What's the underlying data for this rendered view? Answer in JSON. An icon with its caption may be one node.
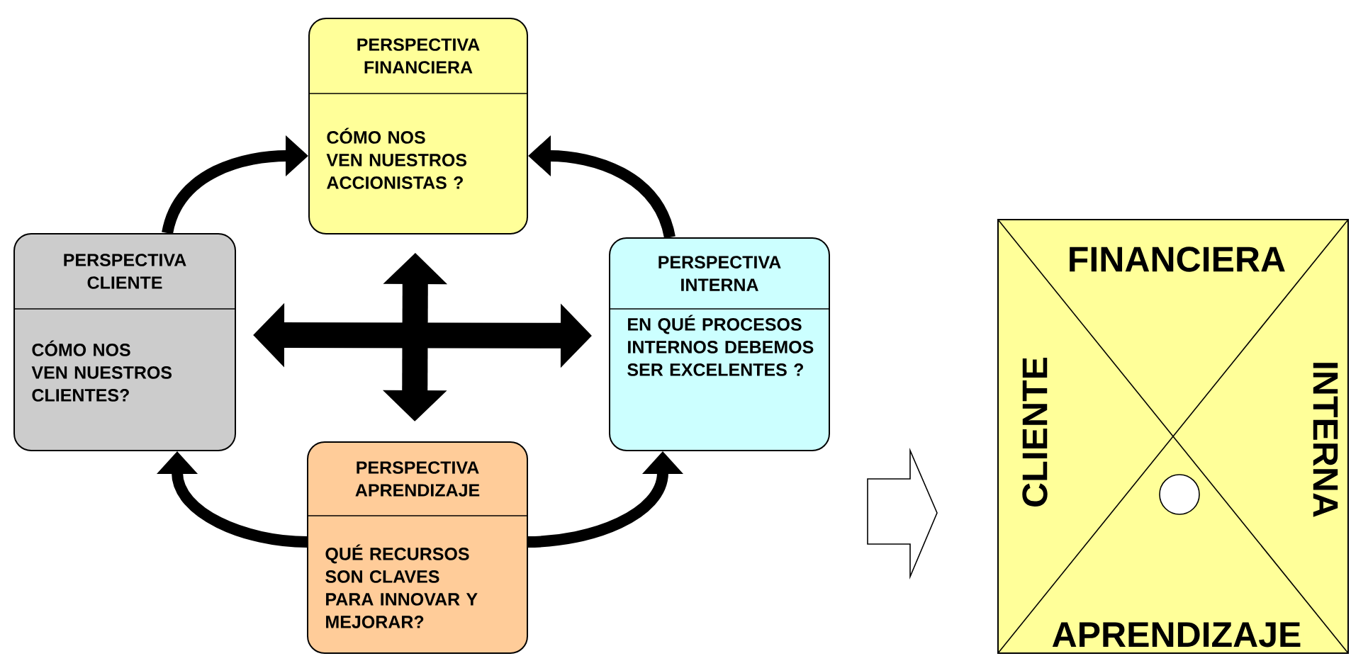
{
  "diagram": {
    "nodes": [
      {
        "text": [
          "PERSPECTIVA FINANCIERA",
          "CÓMO NOS VEN NUESTROS ACCIONISTAS ?"
        ]
      },
      {
        "text": [
          "PERSPECTIVA CLIENTE",
          "CÓMO NOS VEN NUESTROS CLIENTES?"
        ]
      },
      {
        "text": [
          "PERSPECTIVA INTERNA",
          "EN QUÉ PROCESOS INTERNOS DEBEMOS SER EXCELENTES ?"
        ]
      },
      {
        "text": [
          "PERSPECTIVA APRENDIZAJE",
          "QUÉ RECURSOS SON CLAVES PARA INNOVAR Y MEJORAR?"
        ]
      },
      {
        "text": [
          "FINANCIERA",
          "CLIENTE",
          "INTERNA",
          "APRENDIZAJE"
        ]
      }
    ],
    "edges": [
      {
        "from": 1,
        "to": 0,
        "arrow": "to"
      },
      {
        "from": 2,
        "to": 0,
        "arrow": "to"
      },
      {
        "from": 3,
        "to": 1,
        "arrow": "to"
      },
      {
        "from": 3,
        "to": 2,
        "arrow": "to"
      },
      {
        "from": 0,
        "to": 3,
        "arrow": "both",
        "style": "thick"
      },
      {
        "from": 1,
        "to": 2,
        "arrow": "both",
        "style": "thick"
      }
    ]
  }
}
